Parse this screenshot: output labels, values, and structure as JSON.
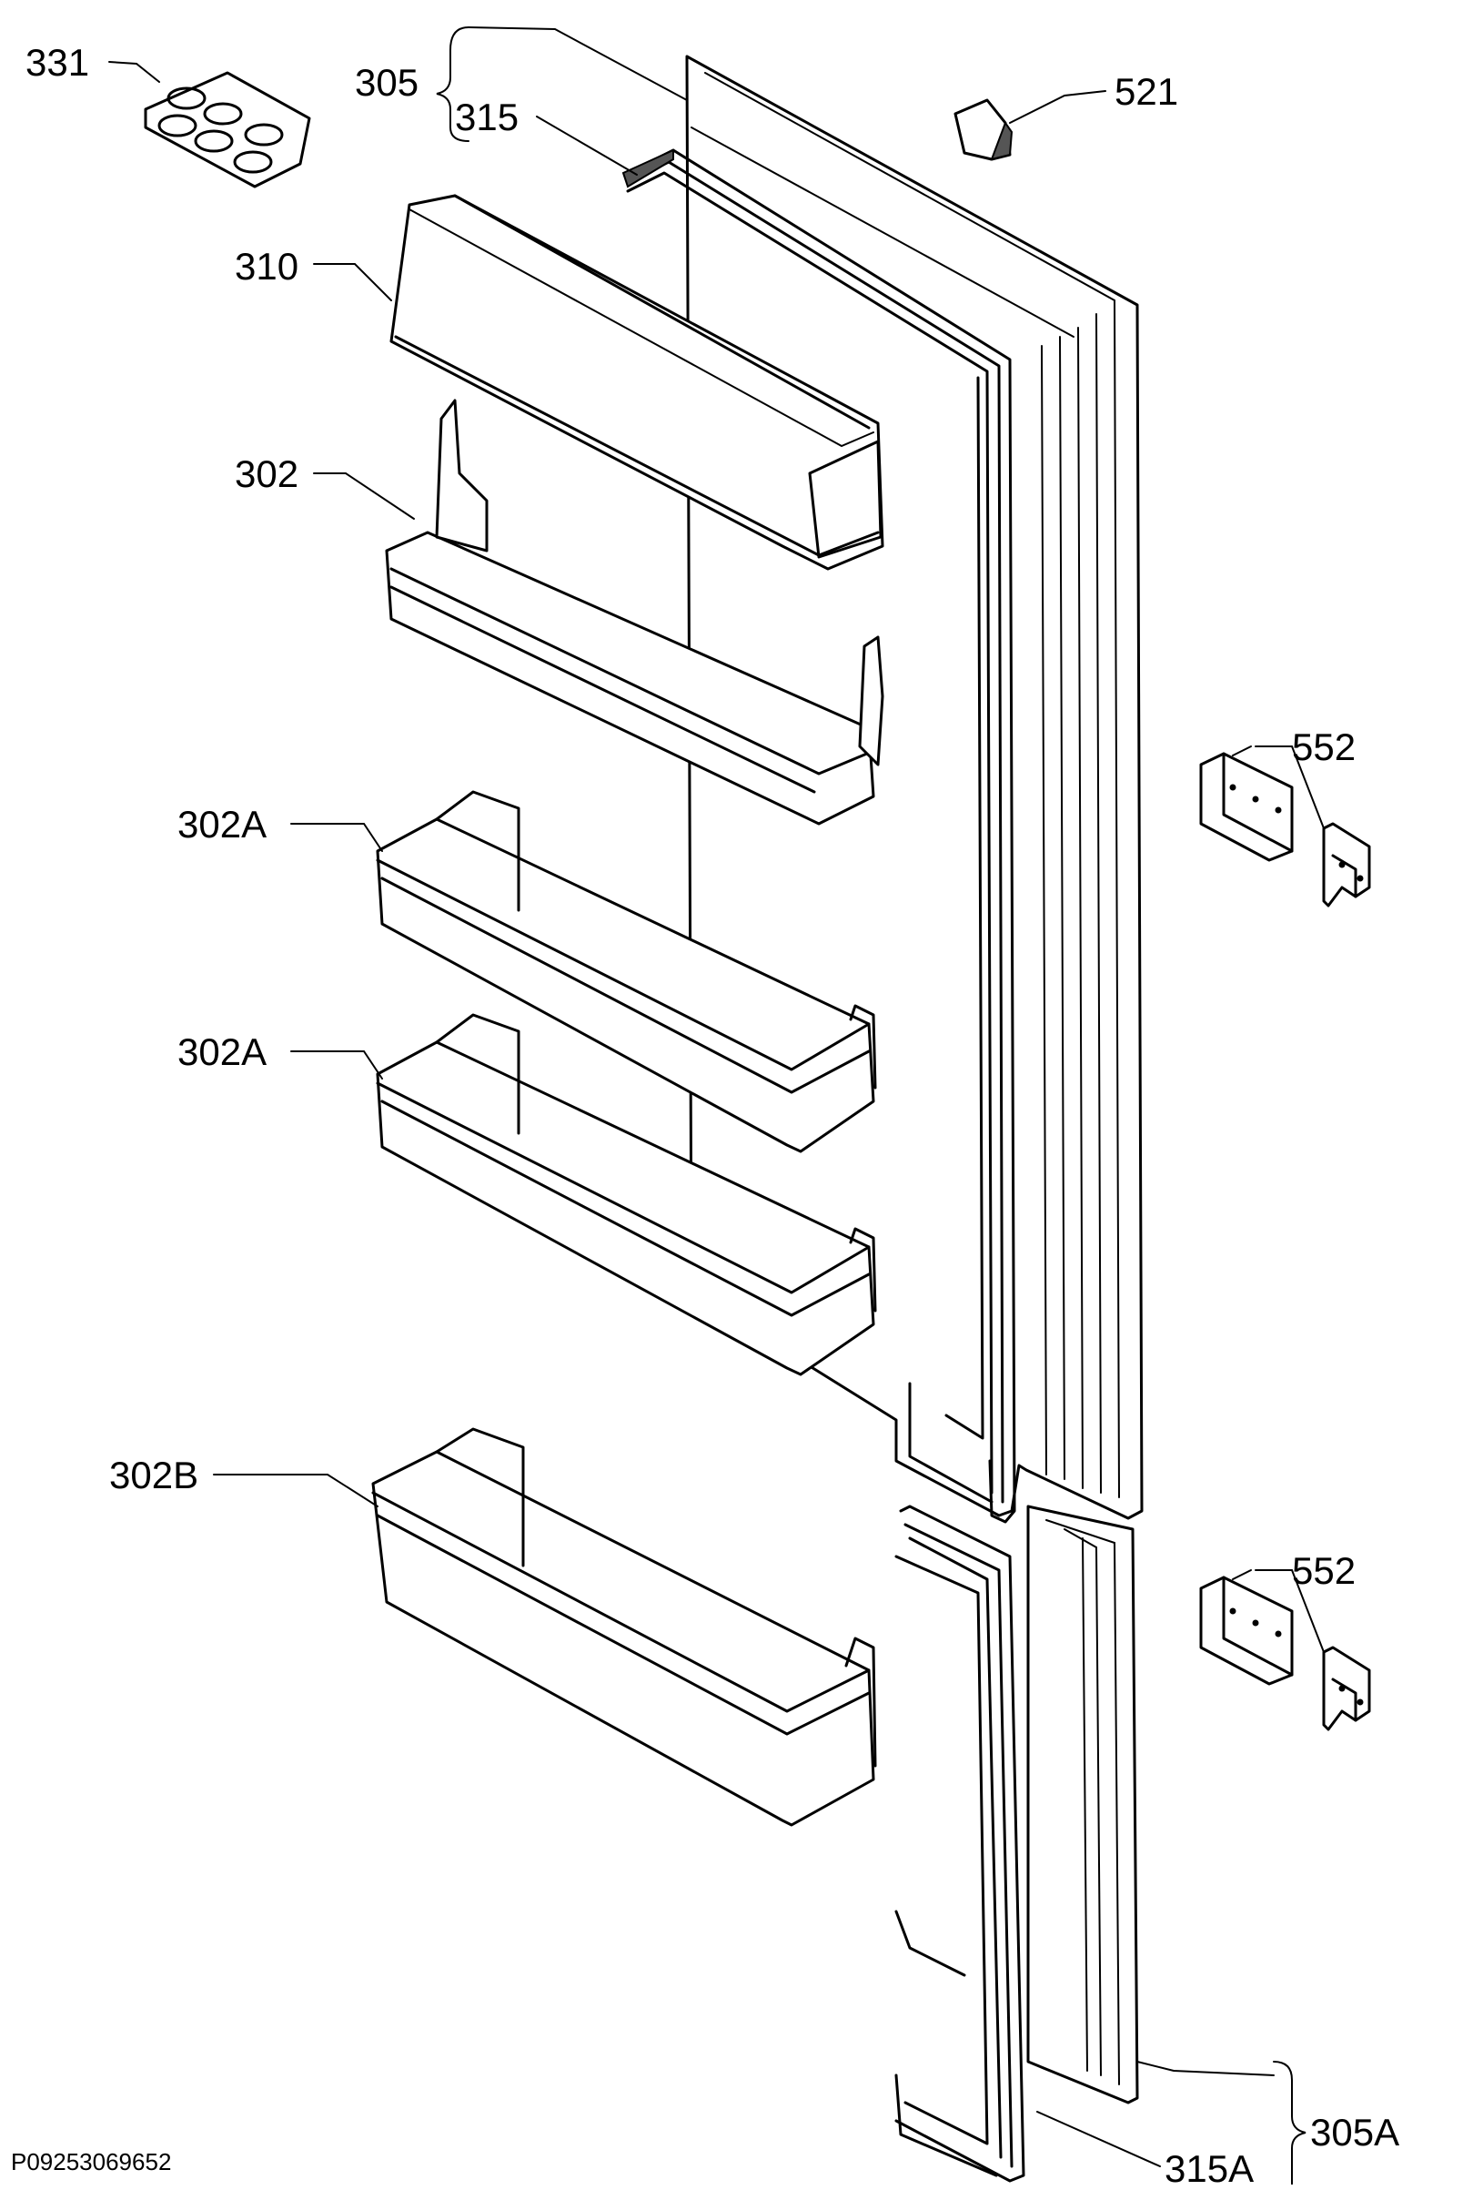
{
  "diagram_code": "P09253069652",
  "labels": {
    "p331": "331",
    "p305": "305",
    "p315": "315",
    "p521": "521",
    "p310": "310",
    "p302": "302",
    "p302a_1": "302A",
    "p302a_2": "302A",
    "p302b": "302B",
    "p552_1": "552",
    "p552_2": "552",
    "p305a": "305A",
    "p315a": "315A"
  }
}
